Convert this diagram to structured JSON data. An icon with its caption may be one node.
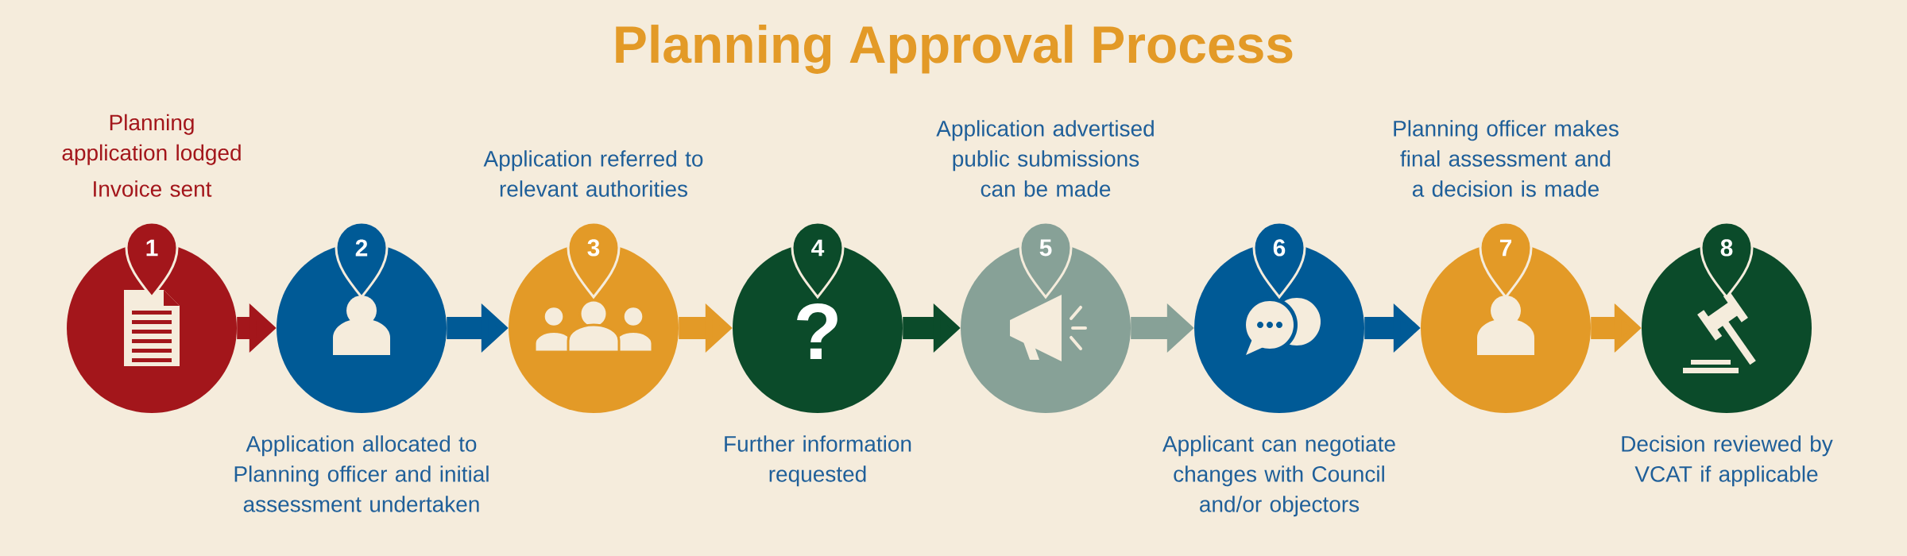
{
  "diagram": {
    "title": "Planning Approval Process",
    "nodes": [
      {
        "text": [
          "1"
        ],
        "beside": [
          "Planning application lodged",
          "Invoice sent"
        ]
      },
      {
        "text": [
          "2"
        ],
        "beside": [
          "Application allocated to Planning officer and initial assessment undertaken"
        ]
      },
      {
        "text": [
          "3"
        ],
        "beside": [
          "Application referred to relevant authorities"
        ]
      },
      {
        "text": [
          "4",
          "?"
        ],
        "beside": [
          "Further information requested"
        ]
      },
      {
        "text": [
          "5"
        ],
        "beside": [
          "Application advertised public submissions can be made"
        ]
      },
      {
        "text": [
          "6"
        ],
        "beside": [
          "Applicant can negotiate changes with Council and/or objectors"
        ]
      },
      {
        "text": [
          "7"
        ],
        "beside": [
          "Planning officer makes final assessment and a decision is made"
        ]
      },
      {
        "text": [
          "8"
        ],
        "beside": [
          "Decision reviewed by VCAT if applicable"
        ]
      }
    ],
    "edges": [
      {
        "from": 0,
        "to": 1,
        "arrow": "to",
        "color": "#a3161b"
      },
      {
        "from": 1,
        "to": 2,
        "arrow": "to",
        "color": "#005a96"
      },
      {
        "from": 2,
        "to": 3,
        "arrow": "to",
        "color": "#e39a27"
      },
      {
        "from": 3,
        "to": 4,
        "arrow": "to",
        "color": "#0b4b2a"
      },
      {
        "from": 4,
        "to": 5,
        "arrow": "to",
        "color": "#87a197"
      },
      {
        "from": 5,
        "to": 6,
        "arrow": "to",
        "color": "#005a96"
      },
      {
        "from": 6,
        "to": 7,
        "arrow": "to",
        "color": "#e39a27"
      }
    ]
  }
}
